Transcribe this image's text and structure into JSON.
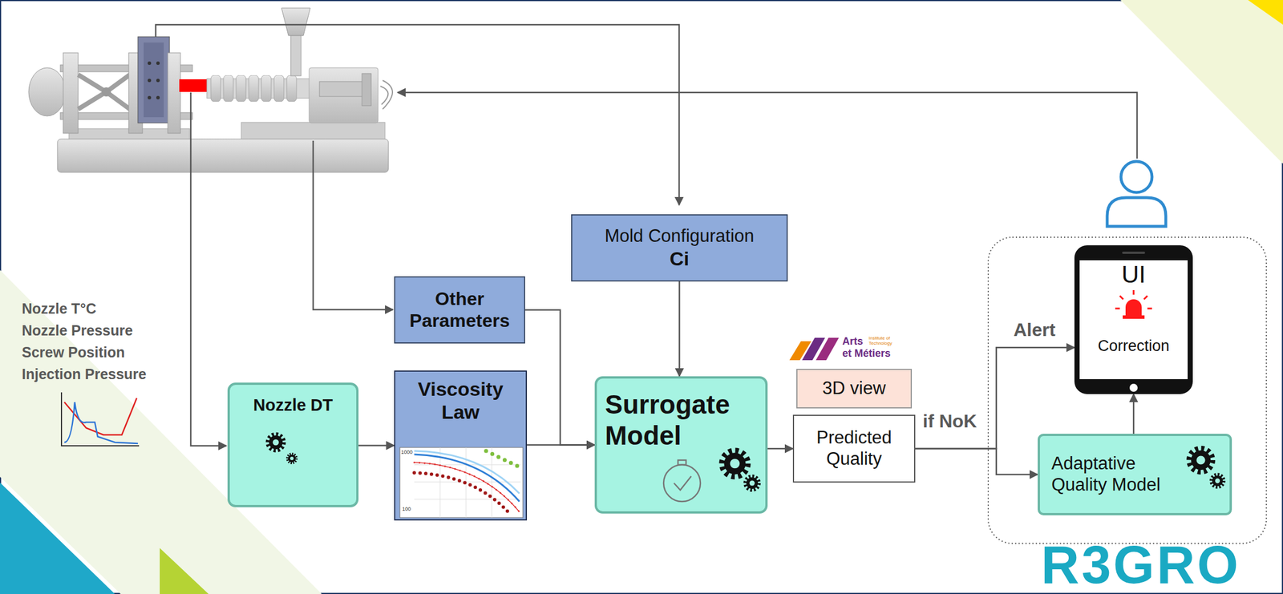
{
  "diagram": {
    "nodes": [
      {
        "text": [
          "Mold Configuration",
          "Ci"
        ]
      },
      {
        "text": [
          "Other Parameters"
        ]
      },
      {
        "text": [
          "Nozzle DT"
        ]
      },
      {
        "text": [
          "Viscosity Law"
        ]
      },
      {
        "text": [
          "Surrogate Model"
        ]
      },
      {
        "text": [
          "3D view"
        ]
      },
      {
        "text": [
          "Predicted Quality"
        ]
      },
      {
        "text": [
          "UI",
          "Correction"
        ]
      },
      {
        "text": [
          "Adaptative Quality Model"
        ]
      }
    ],
    "edges": [
      {
        "from": 2,
        "to": 3,
        "arrow": "to"
      },
      {
        "from": 3,
        "to": 4,
        "arrow": "to"
      },
      {
        "from": 1,
        "to": 4,
        "arrow": "to"
      },
      {
        "from": 0,
        "to": 4,
        "arrow": "to"
      },
      {
        "from": 4,
        "to": 6,
        "arrow": "to"
      },
      {
        "from": 6,
        "to": 7,
        "label": "Alert",
        "arrow": "to"
      },
      {
        "from": 6,
        "to": 8,
        "arrow": "to"
      },
      {
        "from": 8,
        "to": 7,
        "arrow": "to"
      }
    ],
    "labels": [
      "Nozzle T°C",
      "Nozzle Pressure",
      "Screw Position",
      "Injection Pressure",
      "1000",
      "100",
      "Arts",
      "Institute of",
      "Technology",
      "et Métiers",
      "if NoK",
      "R3GRO"
    ]
  }
}
